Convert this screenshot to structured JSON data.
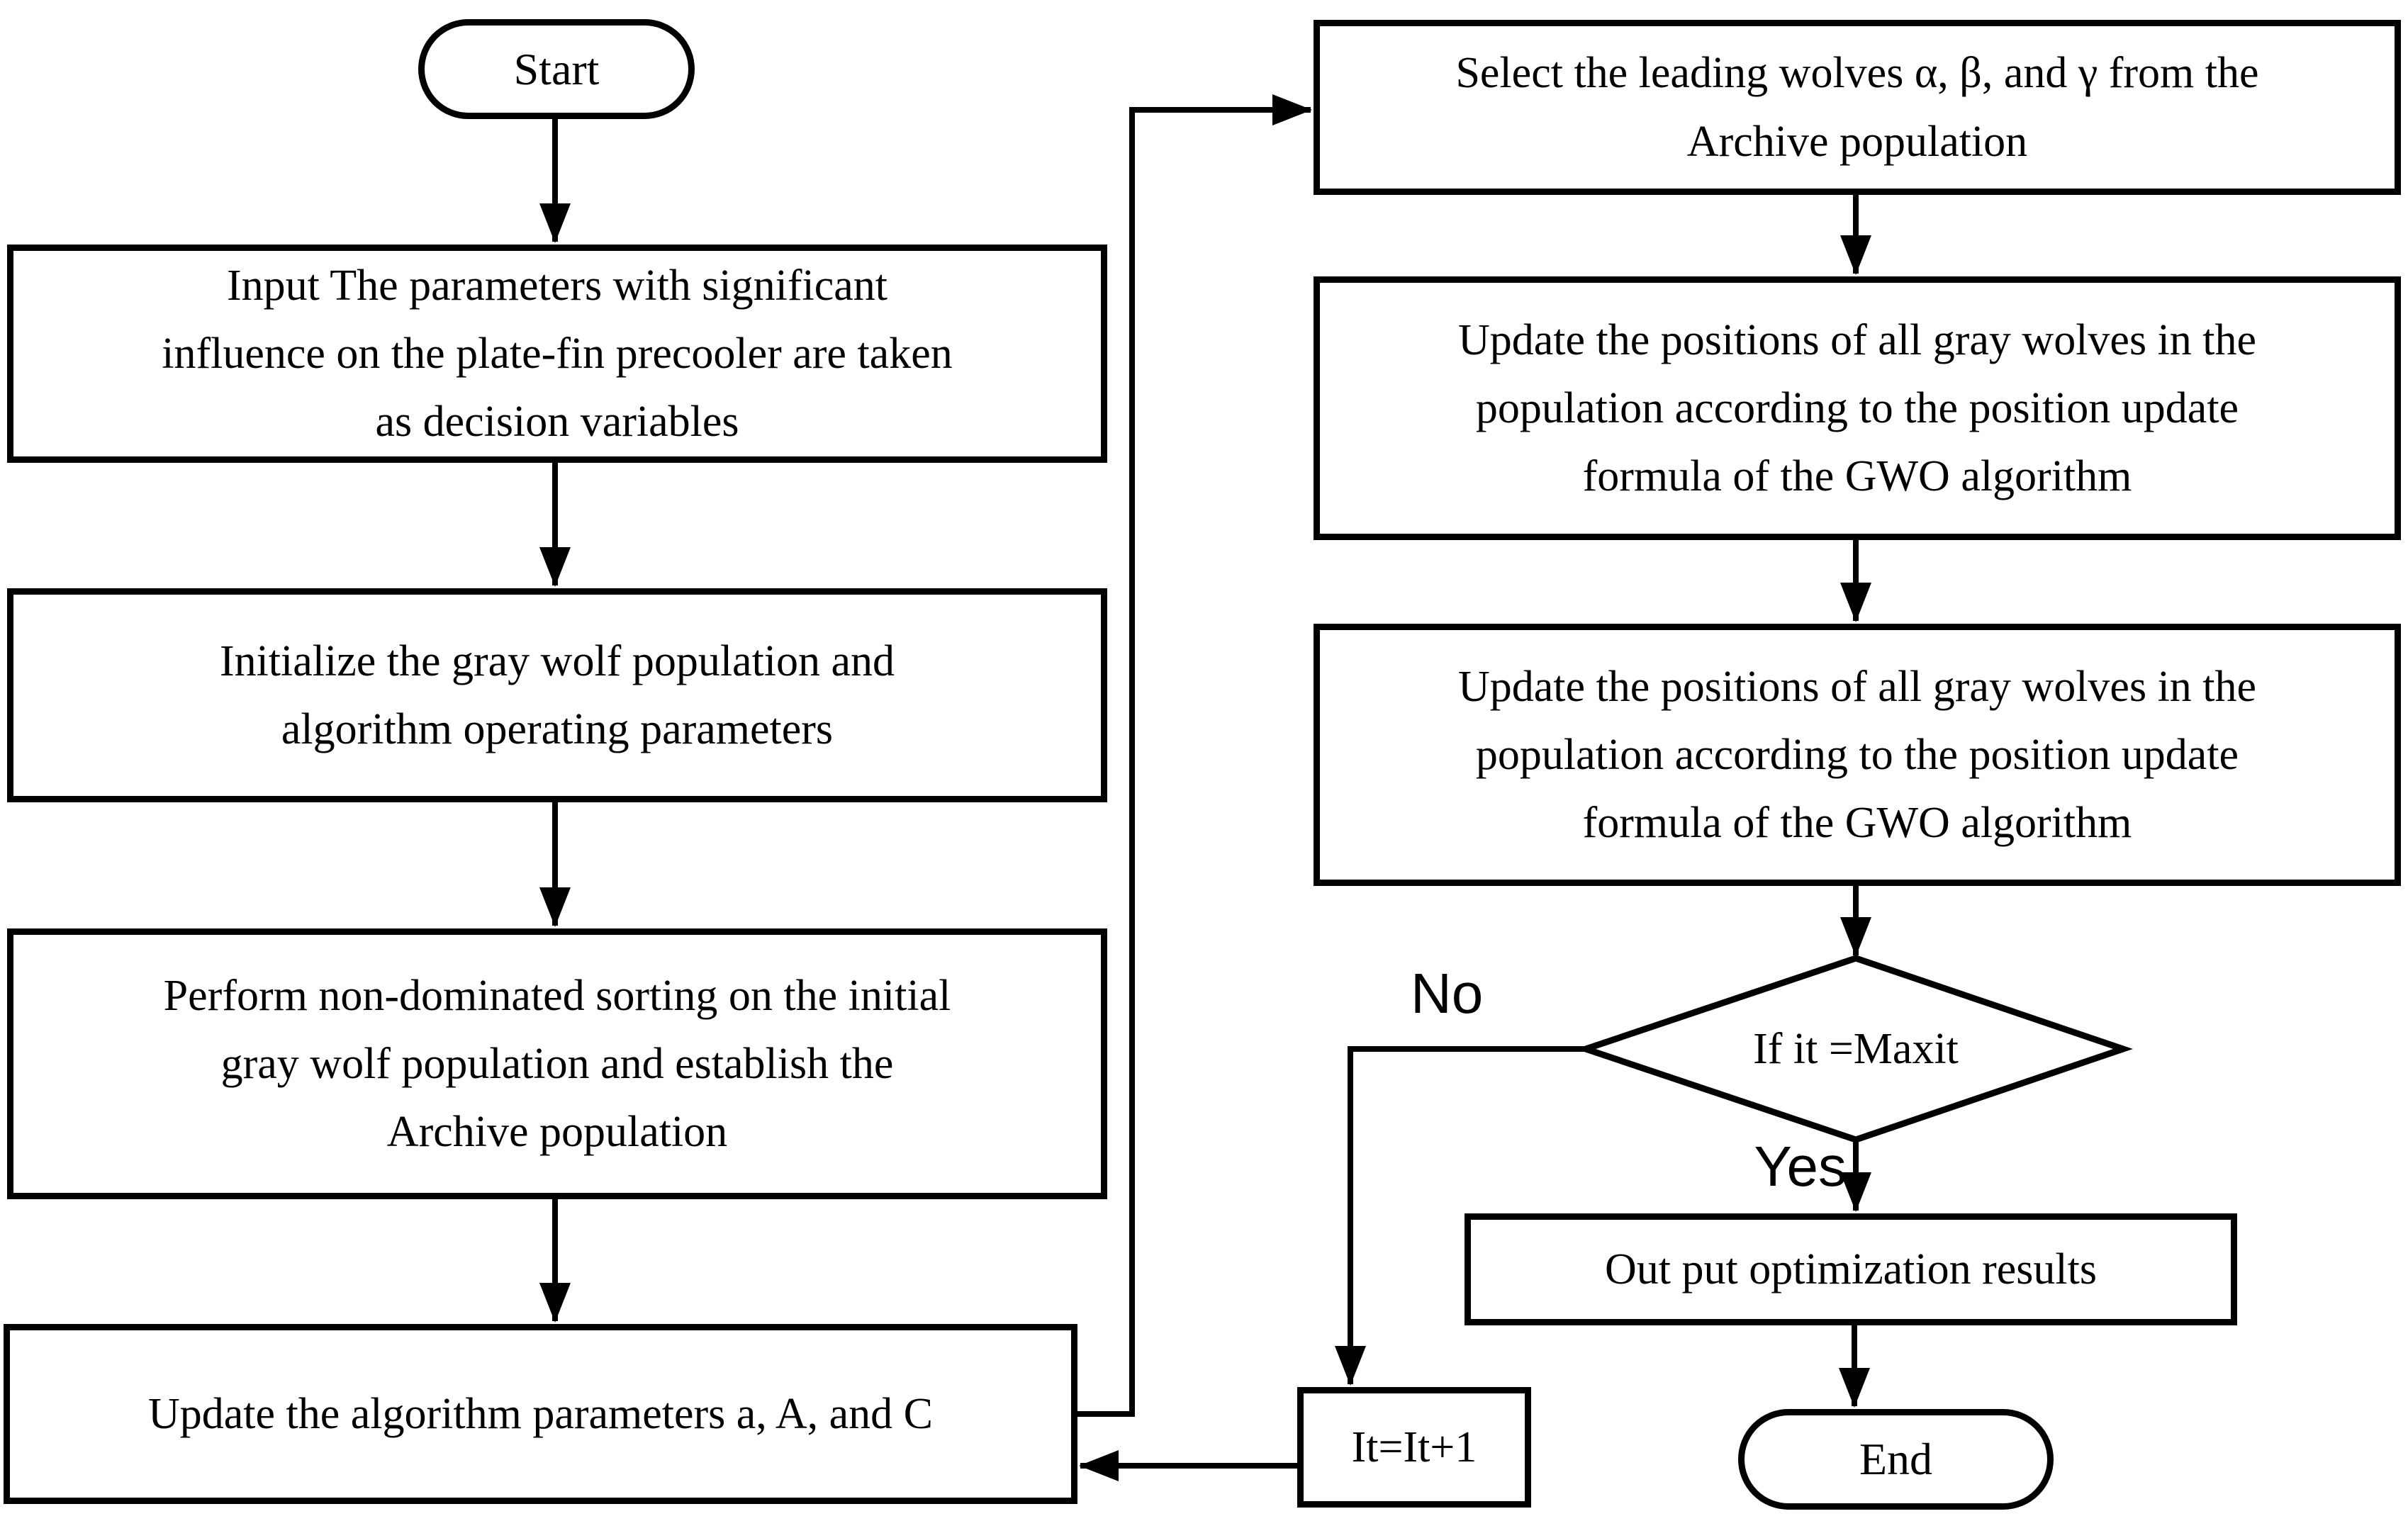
{
  "figure": {
    "background": "#ffffff",
    "ink": "#000000"
  },
  "nodes": {
    "start": {
      "label": "Start"
    },
    "input_parameters": {
      "lines": [
        "Input The parameters with significant",
        "influence on the plate-fin precooler are taken",
        "as decision variables"
      ]
    },
    "initialize_population": {
      "lines": [
        "Initialize the gray wolf population and",
        "algorithm operating parameters"
      ]
    },
    "non_dominated_sorting": {
      "lines": [
        "Perform non-dominated sorting on the initial",
        "gray wolf population and establish the",
        "Archive population"
      ]
    },
    "update_algorithm_parameters": {
      "lines": [
        "Update the algorithm parameters a, A, and C"
      ]
    },
    "select_leading_wolves": {
      "lines": [
        "Select the leading wolves α, β, and γ from the",
        "Archive population"
      ]
    },
    "update_positions_first": {
      "lines": [
        "Update the positions of all gray wolves in the",
        "population according to the position update",
        "formula of the GWO algorithm"
      ]
    },
    "update_positions_second": {
      "lines": [
        "Update the positions of all gray wolves in the",
        "population according to the position update",
        "formula of the GWO algorithm"
      ]
    },
    "iteration_check": {
      "label": "If it =Maxit"
    },
    "output_results": {
      "label": "Out put optimization results"
    },
    "increment_iteration": {
      "label": "It=It+1"
    },
    "end": {
      "label": "End"
    }
  },
  "edge_labels": {
    "no": "No",
    "yes": "Yes"
  }
}
